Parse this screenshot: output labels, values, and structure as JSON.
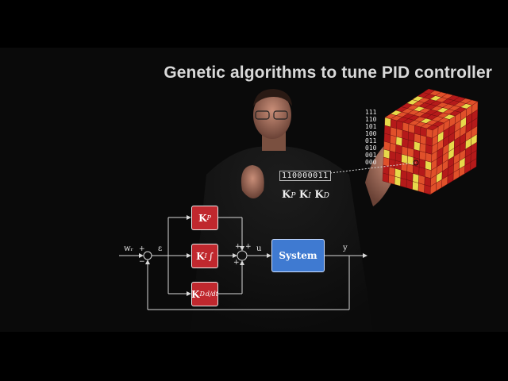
{
  "slide": {
    "title": "Genetic algorithms to tune PID controller"
  },
  "encoding": {
    "bitstring": "110000011",
    "gains": [
      {
        "base": "K",
        "sub": "P"
      },
      {
        "base": "K",
        "sub": "I"
      },
      {
        "base": "K",
        "sub": "D"
      }
    ]
  },
  "diagram": {
    "blocks": {
      "kp": {
        "base": "K",
        "sub": "P",
        "op": ""
      },
      "ki": {
        "base": "K",
        "sub": "I",
        "op": "∫"
      },
      "kd": {
        "base": "K",
        "sub": "D",
        "op": "d/dt"
      },
      "system": "System"
    },
    "signals": {
      "reference": "wᵣ",
      "error": "ε",
      "control": "u",
      "output": "y"
    },
    "summing_signs": {
      "reference_plus": "+",
      "feedback_minus": "−",
      "pid_sum_top": "+",
      "pid_sum_mid": "+",
      "pid_sum_bottom": "+"
    }
  },
  "cube": {
    "left_axis_labels": [
      "111",
      "110",
      "101",
      "100",
      "011",
      "010",
      "001",
      "000"
    ],
    "colors": {
      "low": "#b51a1a",
      "mid": "#e0502a",
      "high": "#e7d94a"
    }
  }
}
